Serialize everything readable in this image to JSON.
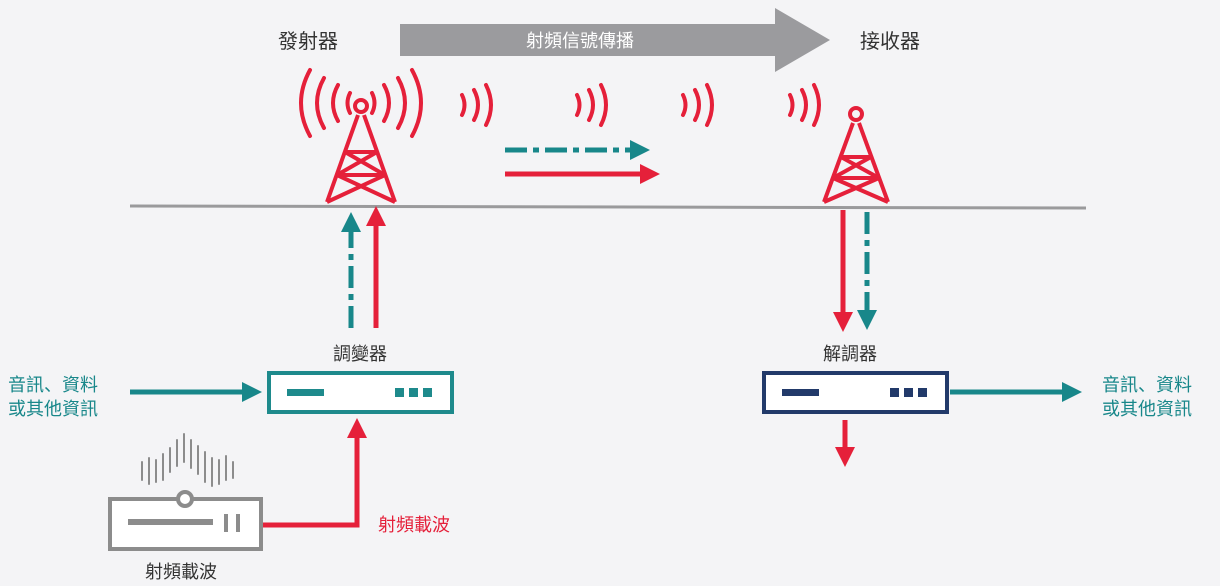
{
  "labels": {
    "transmitter": "發射器",
    "propagation": "射頻信號傳播",
    "receiver": "接收器",
    "modulator": "調變器",
    "demodulator": "解調器",
    "input_line1": "音訊、資料",
    "input_line2": "或其他資訊",
    "output_line1": "音訊、資料",
    "output_line2": "或其他資訊",
    "carrier_wave": "射頻載波",
    "carrier_source": "射頻載波"
  },
  "colors": {
    "signal_red": "#e5203a",
    "info_teal": "#18878a",
    "modulator_border": "#1e8a8c",
    "demodulator_border": "#223a6a",
    "ground_line": "#9a9a9c",
    "propagation_arrow": "#9b9b9e",
    "source_gray": "#8c8c8c"
  },
  "icons": {
    "transmitter_tower": "radio-tower-icon",
    "receiver_tower": "radio-tower-icon",
    "modulator": "modulator-box-icon",
    "demodulator": "demodulator-box-icon",
    "carrier_source": "signal-generator-icon"
  }
}
